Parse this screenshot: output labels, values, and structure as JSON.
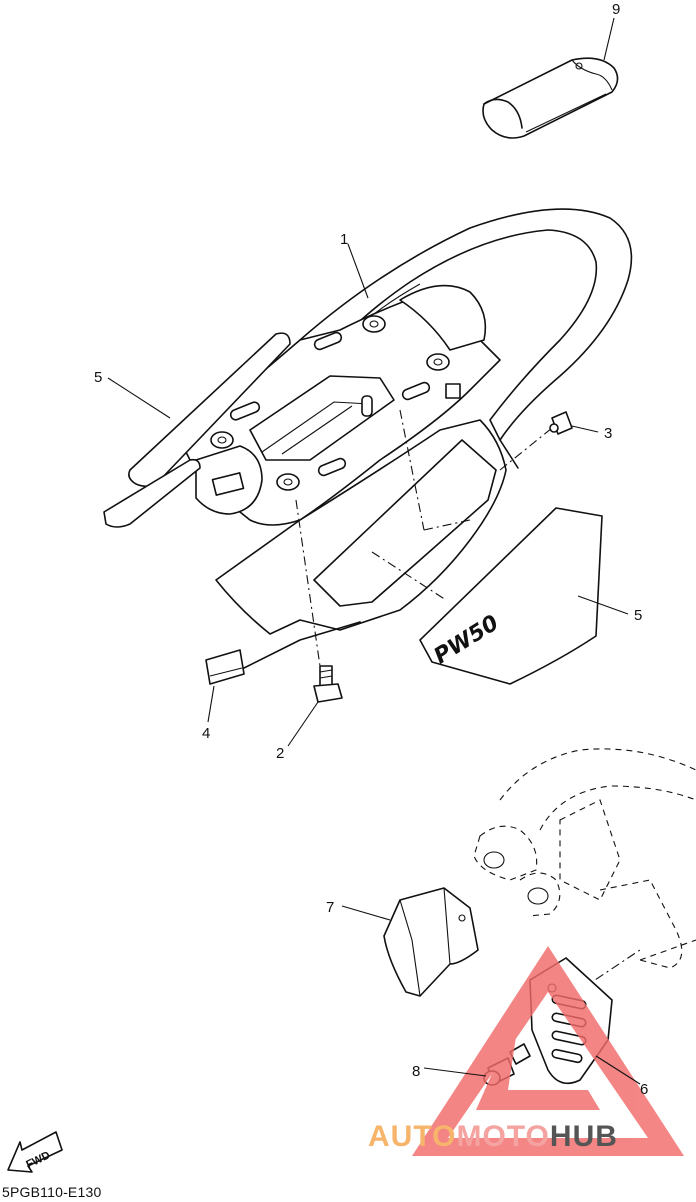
{
  "diagram": {
    "callouts": [
      {
        "id": "c9",
        "text": "9"
      },
      {
        "id": "c1",
        "text": "1"
      },
      {
        "id": "c5a",
        "text": "5"
      },
      {
        "id": "c3",
        "text": "3"
      },
      {
        "id": "c5b",
        "text": "5"
      },
      {
        "id": "c4",
        "text": "4"
      },
      {
        "id": "c2",
        "text": "2"
      },
      {
        "id": "c7",
        "text": "7"
      },
      {
        "id": "c8",
        "text": "8"
      },
      {
        "id": "c6",
        "text": "6"
      }
    ],
    "decal_text": "PW50",
    "fwd_label": "FWD",
    "reference_code": "5PGB110-E130"
  },
  "watermark": {
    "part1": "AUTO",
    "part2": "MOTO",
    "part3": "HUB",
    "colors": {
      "triangle": "#f26b6b",
      "auto": "#f7b46b",
      "moto": "#f4a3a0",
      "hub": "#555555"
    }
  }
}
